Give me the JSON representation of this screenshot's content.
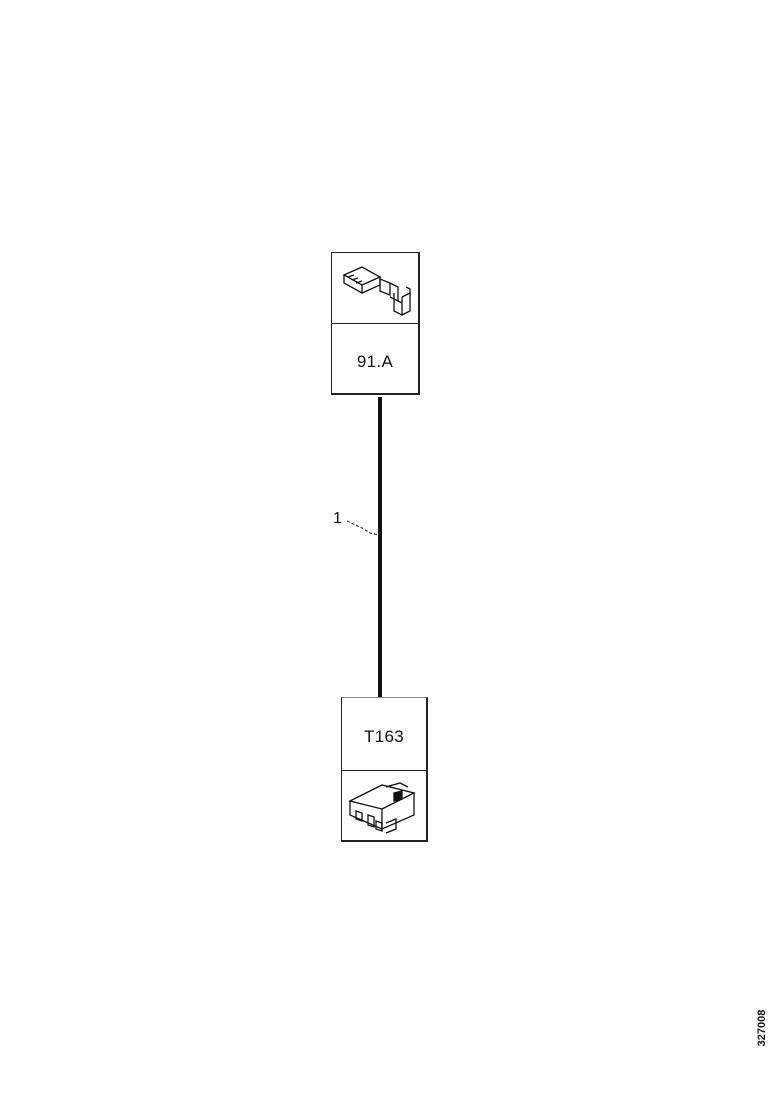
{
  "diagram": {
    "top_component": {
      "label": "91.A",
      "icon": "terminal-connector-icon"
    },
    "bottom_component": {
      "label": "T163",
      "icon": "connector-housing-icon"
    },
    "wire": {
      "reference": "1"
    },
    "drawing_number": "327008"
  }
}
